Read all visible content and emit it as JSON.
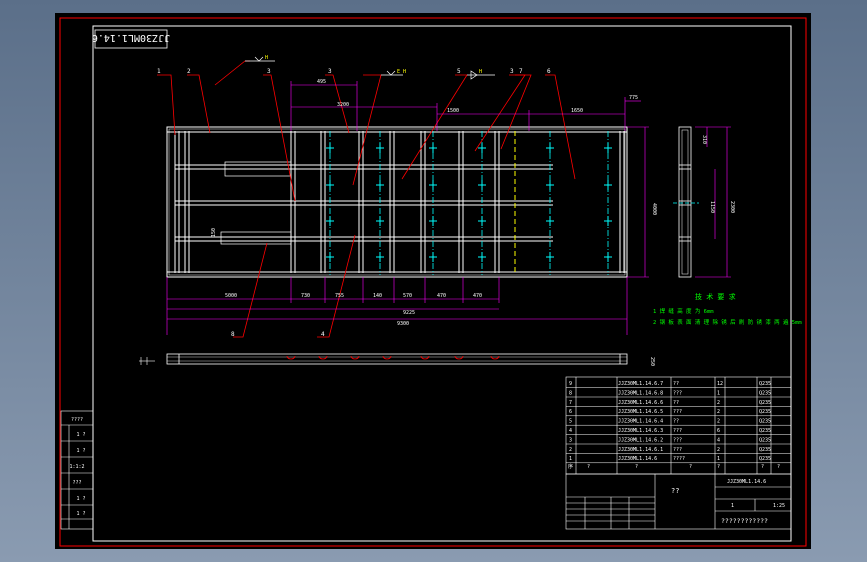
{
  "drawing_code": "JJZ30ML1.14.6",
  "leaders": [
    "1",
    "2",
    "3",
    "3",
    "3",
    "4",
    "5",
    "6",
    "7",
    "8"
  ],
  "dimensions": {
    "top": [
      "495",
      "3200",
      "1500",
      "1650",
      "775"
    ],
    "bottom_chain": [
      "5000",
      "730",
      "755",
      "140",
      "570",
      "470",
      "470"
    ],
    "bottom_overall_1": "9225",
    "bottom_overall_2": "9300",
    "side_height": "4000",
    "side_view": [
      "310",
      "1150",
      "2300"
    ],
    "left_small": "150",
    "section_height": "250"
  },
  "weld_symbols": [
    "H",
    "E H",
    "H"
  ],
  "tech_requirements": {
    "title": "技 术 要 求",
    "line1": "1 焊 缝 高 度 为 6mm",
    "line2": "2 钢 板 表 面 清 理 除 锈 后 刷 防 锈 漆 两 遍 5mm"
  },
  "bom": [
    {
      "no": "9",
      "code": "JJZ30ML1.14.6.7",
      "name": "??",
      "qty": "12",
      "mat": "Q235"
    },
    {
      "no": "8",
      "code": "JJZ30ML1.14.6.8",
      "name": "???",
      "qty": "1",
      "mat": "Q235"
    },
    {
      "no": "7",
      "code": "JJZ30ML1.14.6.6",
      "name": "??",
      "qty": "2",
      "mat": "Q235"
    },
    {
      "no": "6",
      "code": "JJZ30ML1.14.6.5",
      "name": "???",
      "qty": "2",
      "mat": "Q235"
    },
    {
      "no": "5",
      "code": "JJZ30ML1.14.6.4",
      "name": "??",
      "qty": "2",
      "mat": "Q235"
    },
    {
      "no": "4",
      "code": "JJZ30ML1.14.6.3",
      "name": "???",
      "qty": "6",
      "mat": "Q235"
    },
    {
      "no": "3",
      "code": "JJZ30ML1.14.6.2",
      "name": "???",
      "qty": "4",
      "mat": "Q235"
    },
    {
      "no": "2",
      "code": "JJZ30ML1.14.6.1",
      "name": "???",
      "qty": "2",
      "mat": "Q235"
    },
    {
      "no": "1",
      "code": "JJZ30ML1.14.6",
      "name": "????",
      "qty": "1",
      "mat": "Q235"
    }
  ],
  "bom_header": [
    "序",
    "?",
    "?",
    "?",
    "?",
    "?",
    "?"
  ],
  "title_block": {
    "part_name": "??",
    "drawing_no": "JJZ30ML1.14.6",
    "company": "????????????",
    "scale": "1:25",
    "sheet": "1"
  },
  "left_strip": [
    "????",
    "1 ?",
    "1 ?",
    "1:1:2",
    "???",
    "1 ?",
    "1 ?"
  ],
  "colors": {
    "border": "#ff0000",
    "outline": "#ffffff",
    "leader": "#ff0000",
    "dimension": "#ff00ff",
    "centerline": "#00ffff",
    "annotation": "#00ff00",
    "hidden": "#ffff00"
  }
}
